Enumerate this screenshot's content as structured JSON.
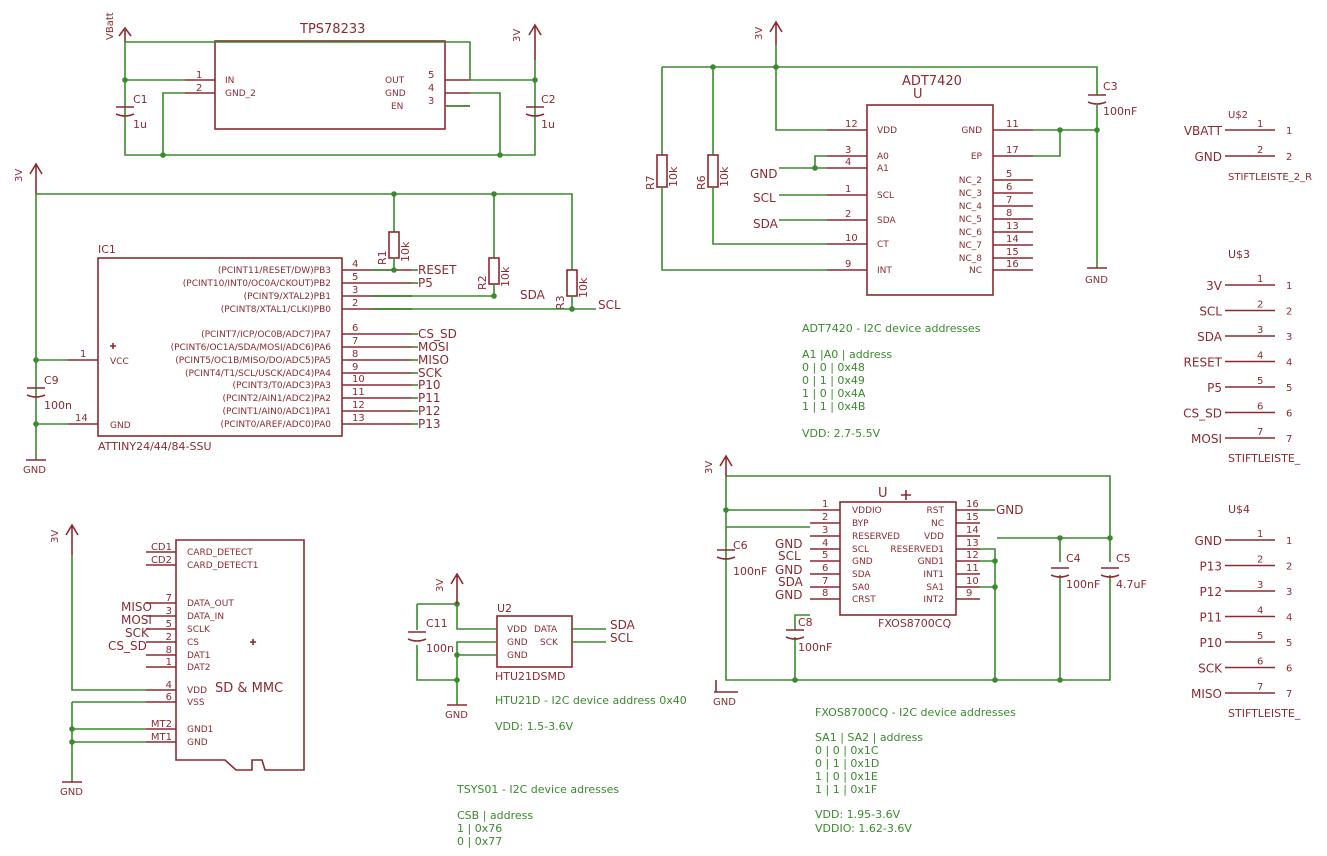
{
  "schematic": {
    "regulator": {
      "name": "TPS78233",
      "pins": [
        "IN",
        "GND_2",
        "OUT",
        "GND",
        "EN"
      ],
      "nums": [
        "1",
        "2",
        "5",
        "4",
        "3"
      ]
    },
    "mcu": {
      "ref": "IC1",
      "value": "ATTINY24/44/84-SSU",
      "left_pins": [
        "VCC",
        "GND"
      ],
      "left_nums": [
        "1",
        "14"
      ],
      "right_pins": [
        "(PCINT11/RESET/DW)PB3",
        "(PCINT10/INT0/OC0A/CKOUT)PB2",
        "(PCINT9/XTAL2)PB1",
        "(PCINT8/XTAL1/CLKI)PB0",
        "(PCINT7/ICP/OC0B/ADC7)PA7",
        "(PCINT6/OC1A/SDA/MOSI/ADC6)PA6",
        "(PCINT5/OC1B/MISO/DO/ADC5)PA5",
        "(PCINT4/T1/SCL/USCK/ADC4)PA4",
        "(PCINT3/T0/ADC3)PA3",
        "(PCINT2/AIN1/ADC2)PA2",
        "(PCINT1/AIN0/ADC1)PA1",
        "(PCINT0/AREF/ADC0)PA0"
      ],
      "right_nums": [
        "4",
        "5",
        "3",
        "2",
        "6",
        "7",
        "8",
        "9",
        "10",
        "11",
        "12",
        "13"
      ],
      "right_nets": [
        "RESET",
        "P5",
        "",
        "",
        "CS_SD",
        "MOSI",
        "MISO",
        "SCK",
        "P10",
        "P11",
        "P12",
        "P13"
      ]
    },
    "adt7420": {
      "name": "ADT7420",
      "part": "U",
      "left_pins": [
        "VDD",
        "A0",
        "A1",
        "SCL",
        "SDA",
        "CT",
        "INT"
      ],
      "left_nums": [
        "12",
        "3",
        "4",
        "1",
        "2",
        "10",
        "9"
      ],
      "right_pins": [
        "GND",
        "EP",
        "NC_2",
        "NC_3",
        "NC_4",
        "NC_5",
        "NC_6",
        "NC_7",
        "NC_8",
        "NC"
      ],
      "right_nums": [
        "11",
        "17",
        "5",
        "6",
        "7",
        "8",
        "13",
        "14",
        "15",
        "16"
      ]
    },
    "fxos": {
      "name": "FXOS8700CQ",
      "part": "U",
      "left_pins": [
        "VDDIO",
        "BYP",
        "RESERVED",
        "SCL",
        "GND",
        "SDA",
        "SA0",
        "CRST"
      ],
      "left_nums": [
        "1",
        "2",
        "3",
        "4",
        "5",
        "6",
        "7",
        "8"
      ],
      "right_pins": [
        "RST",
        "NC",
        "VDD",
        "RESERVED1",
        "GND1",
        "INT1",
        "SA1",
        "INT2"
      ],
      "right_nums": [
        "16",
        "15",
        "14",
        "13",
        "12",
        "11",
        "10",
        "9"
      ]
    },
    "sd": {
      "name": "SD & MMC",
      "pins": [
        "CARD_DETECT",
        "CARD_DETECT1",
        "DATA_OUT",
        "DATA_IN",
        "SCLK",
        "CS",
        "DAT1",
        "DAT2",
        "VDD",
        "VSS",
        "GND1",
        "GND"
      ],
      "nums": [
        "CD1",
        "CD2",
        "7",
        "3",
        "5",
        "2",
        "8",
        "1",
        "4",
        "6",
        "MT2",
        "MT1"
      ]
    },
    "htu": {
      "ref": "U2",
      "value": "HTU21DSMD",
      "pins": [
        "VDD",
        "DATA",
        "GND",
        "SCK",
        "GND"
      ]
    },
    "headers": {
      "u2": {
        "ref": "U$2",
        "value": "STIFTLEISTE_2_R",
        "nets": [
          "VBATT",
          "GND"
        ],
        "nums": [
          "1",
          "2"
        ]
      },
      "u3": {
        "ref": "U$3",
        "value": "STIFTLEISTE_",
        "nets": [
          "3V",
          "SCL",
          "SDA",
          "RESET",
          "P5",
          "CS_SD",
          "MOSI"
        ],
        "nums": [
          "1",
          "2",
          "3",
          "4",
          "5",
          "6",
          "7"
        ]
      },
      "u4": {
        "ref": "U$4",
        "value": "STIFTLEISTE_",
        "nets": [
          "GND",
          "P13",
          "P12",
          "P11",
          "P10",
          "SCK",
          "MISO"
        ],
        "nums": [
          "1",
          "2",
          "3",
          "4",
          "5",
          "6",
          "7"
        ]
      }
    },
    "parts": {
      "c1": {
        "ref": "C1",
        "val": "1u"
      },
      "c2": {
        "ref": "C2",
        "val": "1u"
      },
      "c3": {
        "ref": "C3",
        "val": "100nF"
      },
      "c4": {
        "ref": "C4",
        "val": "100nF"
      },
      "c5": {
        "ref": "C5",
        "val": "4.7uF"
      },
      "c6": {
        "ref": "C6",
        "val": "100nF"
      },
      "c8": {
        "ref": "C8",
        "val": "100nF"
      },
      "c9": {
        "ref": "C9",
        "val": "100n"
      },
      "c11": {
        "ref": "C11",
        "val": "100n"
      },
      "r1": {
        "ref": "R1",
        "val": "10k"
      },
      "r2": {
        "ref": "R2",
        "val": "10k"
      },
      "r3": {
        "ref": "R3",
        "val": "10k"
      },
      "r6": {
        "ref": "R6",
        "val": "10k"
      },
      "r7": {
        "ref": "R7",
        "val": "10k"
      }
    },
    "nets": {
      "v3": "3V",
      "vbatt": "VBatt",
      "gnd": "GND",
      "sda": "SDA",
      "scl": "SCL",
      "miso": "MISO",
      "mosi": "MOSI",
      "sck": "SCK",
      "cs_sd": "CS_SD"
    },
    "notes": {
      "adt": [
        "ADT7420 - I2C device addresses",
        "A1 |A0 | address",
        " 0  | 0  | 0x48",
        " 0  | 1  | 0x49",
        " 1  | 0  | 0x4A",
        " 1  | 1  | 0x4B",
        "VDD: 2.7-5.5V"
      ],
      "htu": [
        "HTU21D - I2C device address 0x40",
        "VDD: 1.5-3.6V"
      ],
      "tsys": [
        "TSYS01 - I2C device adresses",
        "CSB | address",
        "  1   |  0x76",
        "  0   |  0x77"
      ],
      "fxos": [
        "FXOS8700CQ - I2C device addresses",
        "SA1 | SA2 | address",
        "  0   |   0   |   0x1C",
        "  0   |   1   |   0x1D",
        "  1   |   0   |   0x1E",
        "  1   |   1   |   0x1F",
        "VDD:      1.95-3.6V",
        "VDDIO: 1.62-3.6V"
      ]
    }
  }
}
